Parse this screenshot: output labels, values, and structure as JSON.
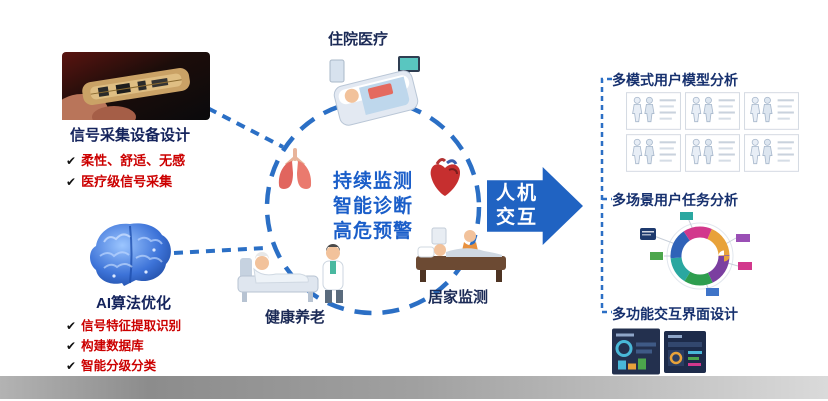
{
  "left": {
    "sensor_section": {
      "title": "信号采集设备设计",
      "checklist": [
        "柔性、舒适、无感",
        "医疗级信号采集"
      ]
    },
    "ai_section": {
      "title": "AI算法优化",
      "checklist": [
        "信号特征提取识别",
        "构建数据库",
        "智能分级分类"
      ]
    }
  },
  "center": {
    "core": [
      "持续监测",
      "智能诊断",
      "高危预警"
    ],
    "scenes": {
      "hospital": "住院医疗",
      "elderly": "健康养老",
      "home": "居家监测"
    }
  },
  "arrow": {
    "lines": [
      "人机",
      "交互"
    ]
  },
  "right": {
    "items": [
      "多模式用户模型分析",
      "多场景用户任务分析",
      "多功能交互界面设计"
    ]
  },
  "icons": {
    "checkmark": "✔",
    "lungs": "lungs-icon",
    "heart": "heart-icon",
    "brain": "ai-brain-icon",
    "sensor_photo": "flexible-sensor-photo"
  },
  "colors": {
    "navy": "#14235c",
    "red": "#cc0000",
    "circle_blue": "#2b6fc5",
    "core_blue": "#1a5ec9",
    "arrow_blue": "#2063c2"
  }
}
